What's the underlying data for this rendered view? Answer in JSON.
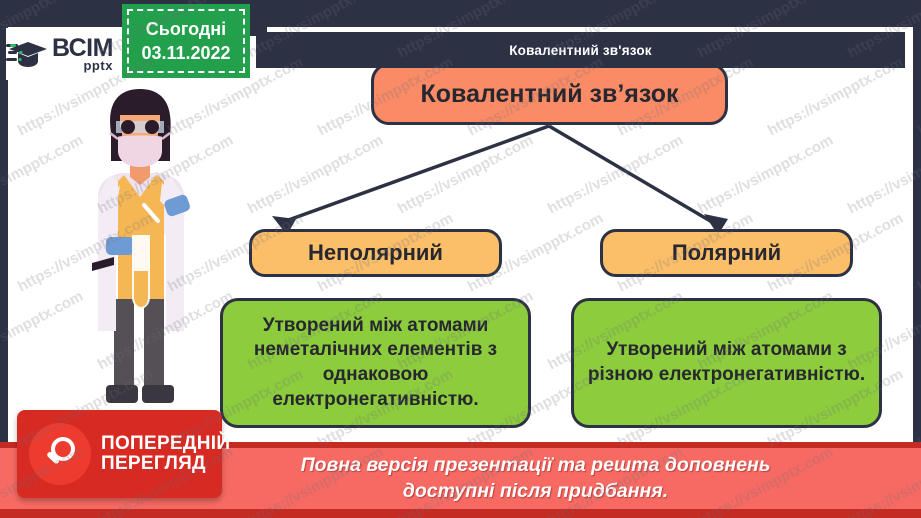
{
  "slide": {
    "title_bar": "Ковалентний зв'язок",
    "logo": {
      "name": "ВСІМ",
      "subtitle": "pptx"
    },
    "today": {
      "label": "Сьогодні",
      "date": "03.11.2022"
    }
  },
  "diagram": {
    "root": "Ковалентний зв’язок",
    "branches": [
      {
        "title": "Неполярний",
        "description": "Утворений між атомами неметалічних елементів з однаковою електронегативністю."
      },
      {
        "title": "Полярний",
        "description": "Утворений між атомами з різною електронегативністю."
      }
    ]
  },
  "preview_badge": {
    "line1": "ПОПЕРЕДНІЙ",
    "line2": "ПЕРЕГЛЯД",
    "icon": "magnifier-icon"
  },
  "ribbon": {
    "line1": "Повна версія презентації та решта доповнень",
    "line2": "доступні після придбання."
  },
  "watermark": {
    "text": "https://vsimpptx.com"
  },
  "colors": {
    "frame": "#2c3144",
    "root_box": "#f98b66",
    "mid_box": "#fbbe69",
    "leaf_box": "#8ccc3d",
    "today_badge": "#22a04c",
    "ribbon": "#f76a63",
    "badge": "#d72a22"
  }
}
